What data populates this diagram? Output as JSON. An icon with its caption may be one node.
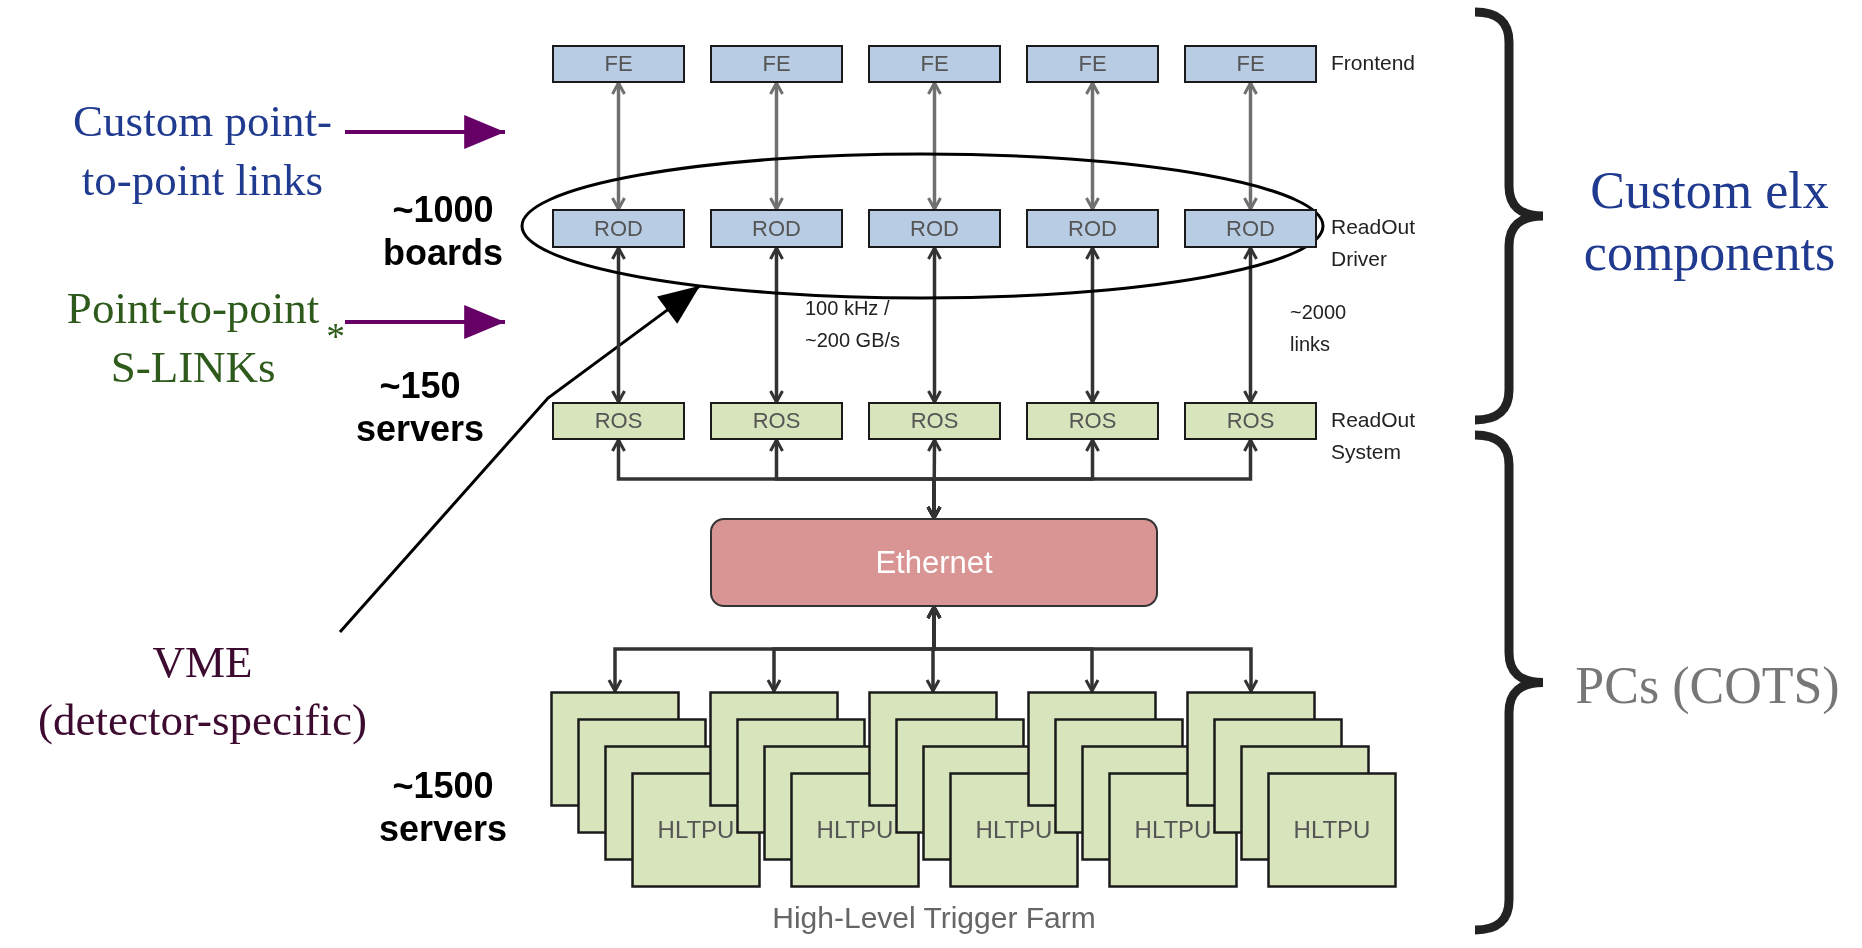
{
  "diagram": {
    "nodes": [
      {
        "text": [
          "Custom point-to-point links"
        ]
      },
      {
        "text": [
          "Point-to-point S-LINKs$^{*}$"
        ]
      },
      {
        "text": [
          "VME (detector-specific)"
        ]
      },
      {
        "text": [
          "FE"
        ]
      },
      {
        "text": [
          "FE"
        ]
      },
      {
        "text": [
          "FE"
        ]
      },
      {
        "text": [
          "FE"
        ]
      },
      {
        "text": [
          "FE"
        ],
        "beside": [
          "Frontend"
        ]
      },
      {
        "text": [],
        "shape": "ellipse"
      },
      {
        "text": [
          "ROD"
        ],
        "in": 8
      },
      {
        "text": [
          "ROD"
        ],
        "in": 8
      },
      {
        "text": [
          "ROD"
        ],
        "in": 8
      },
      {
        "text": [
          "ROD"
        ],
        "in": 8
      },
      {
        "text": [
          "ROD"
        ],
        "in": 8,
        "beside": [
          "ReadOut Driver"
        ]
      },
      {
        "text": [
          "ROS"
        ]
      },
      {
        "text": [
          "ROS"
        ]
      },
      {
        "text": [
          "ROS"
        ]
      },
      {
        "text": [
          "ROS"
        ]
      },
      {
        "text": [
          "ROS"
        ],
        "beside": [
          "ReadOut System"
        ]
      },
      {
        "text": [
          "Ethernet"
        ]
      },
      {
        "text": [
          "HLTPU"
        ]
      },
      {
        "text": [
          "HLTPU"
        ]
      },
      {
        "text": [
          "HLTPU"
        ]
      },
      {
        "text": [
          "HLTPU"
        ]
      },
      {
        "text": [
          "HLTPU"
        ]
      }
    ],
    "edges": [
      {
        "from": 0,
        "to": null,
        "arrow": "to",
        "color": "#660066"
      },
      {
        "from": 1,
        "to": null,
        "arrow": "to",
        "color": "#660066"
      },
      {
        "from": 2,
        "to": 8,
        "arrow": "to",
        "color": "#000000"
      },
      {
        "from": 3,
        "to": 9,
        "arrow": "both",
        "color": "#707070"
      },
      {
        "from": 4,
        "to": 10,
        "arrow": "both",
        "color": "#707070"
      },
      {
        "from": 5,
        "to": 11,
        "arrow": "both",
        "color": "#707070"
      },
      {
        "from": 6,
        "to": 12,
        "arrow": "both",
        "color": "#707070"
      },
      {
        "from": 7,
        "to": 13,
        "arrow": "both",
        "color": "#707070"
      },
      {
        "from": 9,
        "to": 14,
        "arrow": "both"
      },
      {
        "from": 10,
        "to": 15,
        "arrow": "both"
      },
      {
        "from": 11,
        "to": 16,
        "arrow": "both"
      },
      {
        "from": 12,
        "to": 17,
        "arrow": "both"
      },
      {
        "from": 13,
        "to": 18,
        "arrow": "both"
      },
      {
        "from": 14,
        "to": 19,
        "arrow": "both"
      },
      {
        "from": 15,
        "to": 19,
        "arrow": "both"
      },
      {
        "from": 16,
        "to": 19,
        "arrow": "both"
      },
      {
        "from": 17,
        "to": 19,
        "arrow": "both"
      },
      {
        "from": 18,
        "to": 19,
        "arrow": "both"
      },
      {
        "from": 19,
        "to": 20,
        "arrow": "both"
      },
      {
        "from": 19,
        "to": 21,
        "arrow": "both"
      },
      {
        "from": 19,
        "to": 22,
        "arrow": "both"
      },
      {
        "from": 19,
        "to": 23,
        "arrow": "both"
      },
      {
        "from": 19,
        "to": 24,
        "arrow": "both"
      }
    ],
    "labels": [
      "~1000 boards",
      "Custom elx components",
      "100 kHz / ~200 GB/s",
      "~2000 links",
      "~150 servers",
      "PCs (COTS)",
      "~1500 servers",
      "High-Level Trigger Farm"
    ]
  }
}
